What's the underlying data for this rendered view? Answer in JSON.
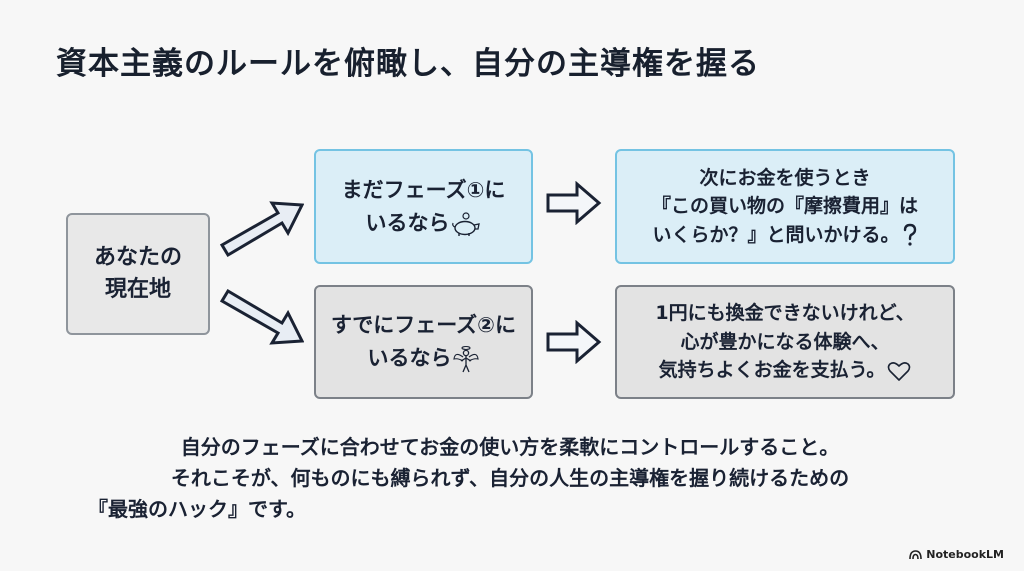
{
  "title": "資本主義のルールを俯瞰し、自分の主導権を握る",
  "current_box": {
    "lines": [
      "あなたの",
      "現在地"
    ]
  },
  "phase1_box": {
    "lines": [
      "まだフェーズ①に",
      "いるなら"
    ],
    "icon": "piggy-bank-icon"
  },
  "phase2_box": {
    "lines": [
      "すでにフェーズ②に",
      "いるなら"
    ],
    "icon": "angel-icon"
  },
  "action1_box": {
    "lines": [
      "次にお金を使うとき",
      "『この買い物の『摩擦費用』は",
      "いくらか？』と問いかける。"
    ],
    "icon": "question-mark-icon"
  },
  "action2_box": {
    "lines": [
      "1円にも換金できないけれど、",
      "心が豊かになる体験へ、",
      "気持ちよくお金を支払う。"
    ],
    "icon": "heart-icon"
  },
  "summary": {
    "lines": [
      "自分のフェーズに合わせてお金の使い方を柔軟にコントロールすること。",
      "それこそが、何ものにも縛られず、自分の人生の主導権を握り続けるための",
      "『最強のハック』です。"
    ]
  },
  "brand": {
    "label": "NotebookLM",
    "icon": "notebooklm-logo-icon"
  },
  "colors": {
    "blue_fill": "#dbeef7",
    "blue_border": "#74c3e3",
    "gray_fill": "#e3e3e3",
    "gray_border": "#7c8188",
    "arrow_stroke": "#1a2233"
  }
}
